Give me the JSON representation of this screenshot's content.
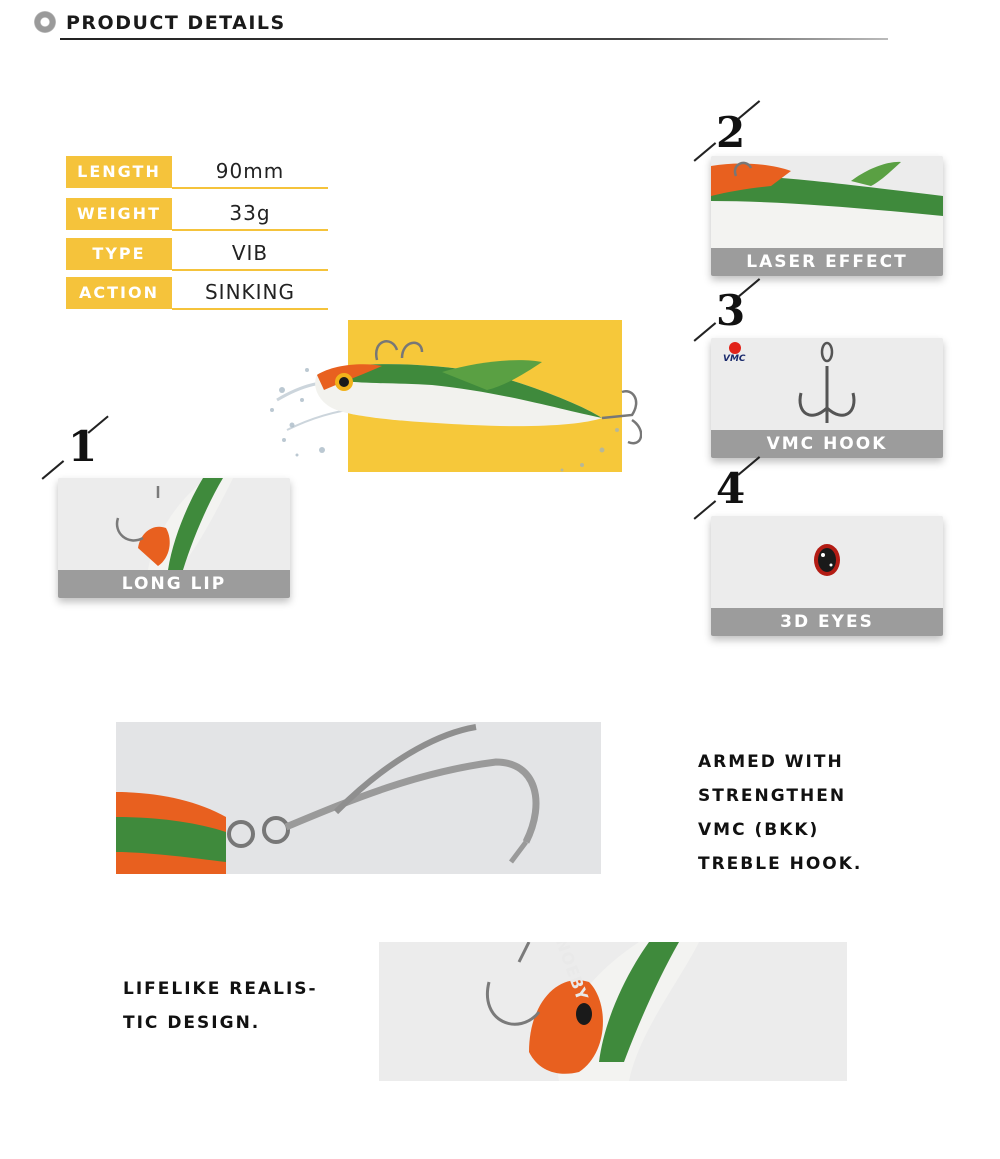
{
  "header": {
    "title": "PRODUCT DETAILS"
  },
  "specs": [
    {
      "label": "LENGTH",
      "value": "90mm"
    },
    {
      "label": "WEIGHT",
      "value": "33g"
    },
    {
      "label": "TYPE",
      "value": "VIB"
    },
    {
      "label": "ACTION",
      "value": "SINKING"
    }
  ],
  "callouts": [
    {
      "number": "1",
      "label": "LONG LIP"
    },
    {
      "number": "2",
      "label": "LASER EFFECT"
    },
    {
      "number": "3",
      "label": "VMC HOOK"
    },
    {
      "number": "4",
      "label": "3D EYES"
    }
  ],
  "vmc_logo": "VMC",
  "lure_brand": "NOEBY",
  "features": [
    {
      "lines": [
        "ARMED WITH",
        "STRENGTHEN",
        "VMC (BKK)",
        "TREBLE HOOK."
      ]
    },
    {
      "lines": [
        "LIFELIKE REALIS-",
        "TIC DESIGN."
      ]
    }
  ],
  "colors": {
    "accent": "#f5c33b",
    "bar": "#9c9c9c"
  }
}
